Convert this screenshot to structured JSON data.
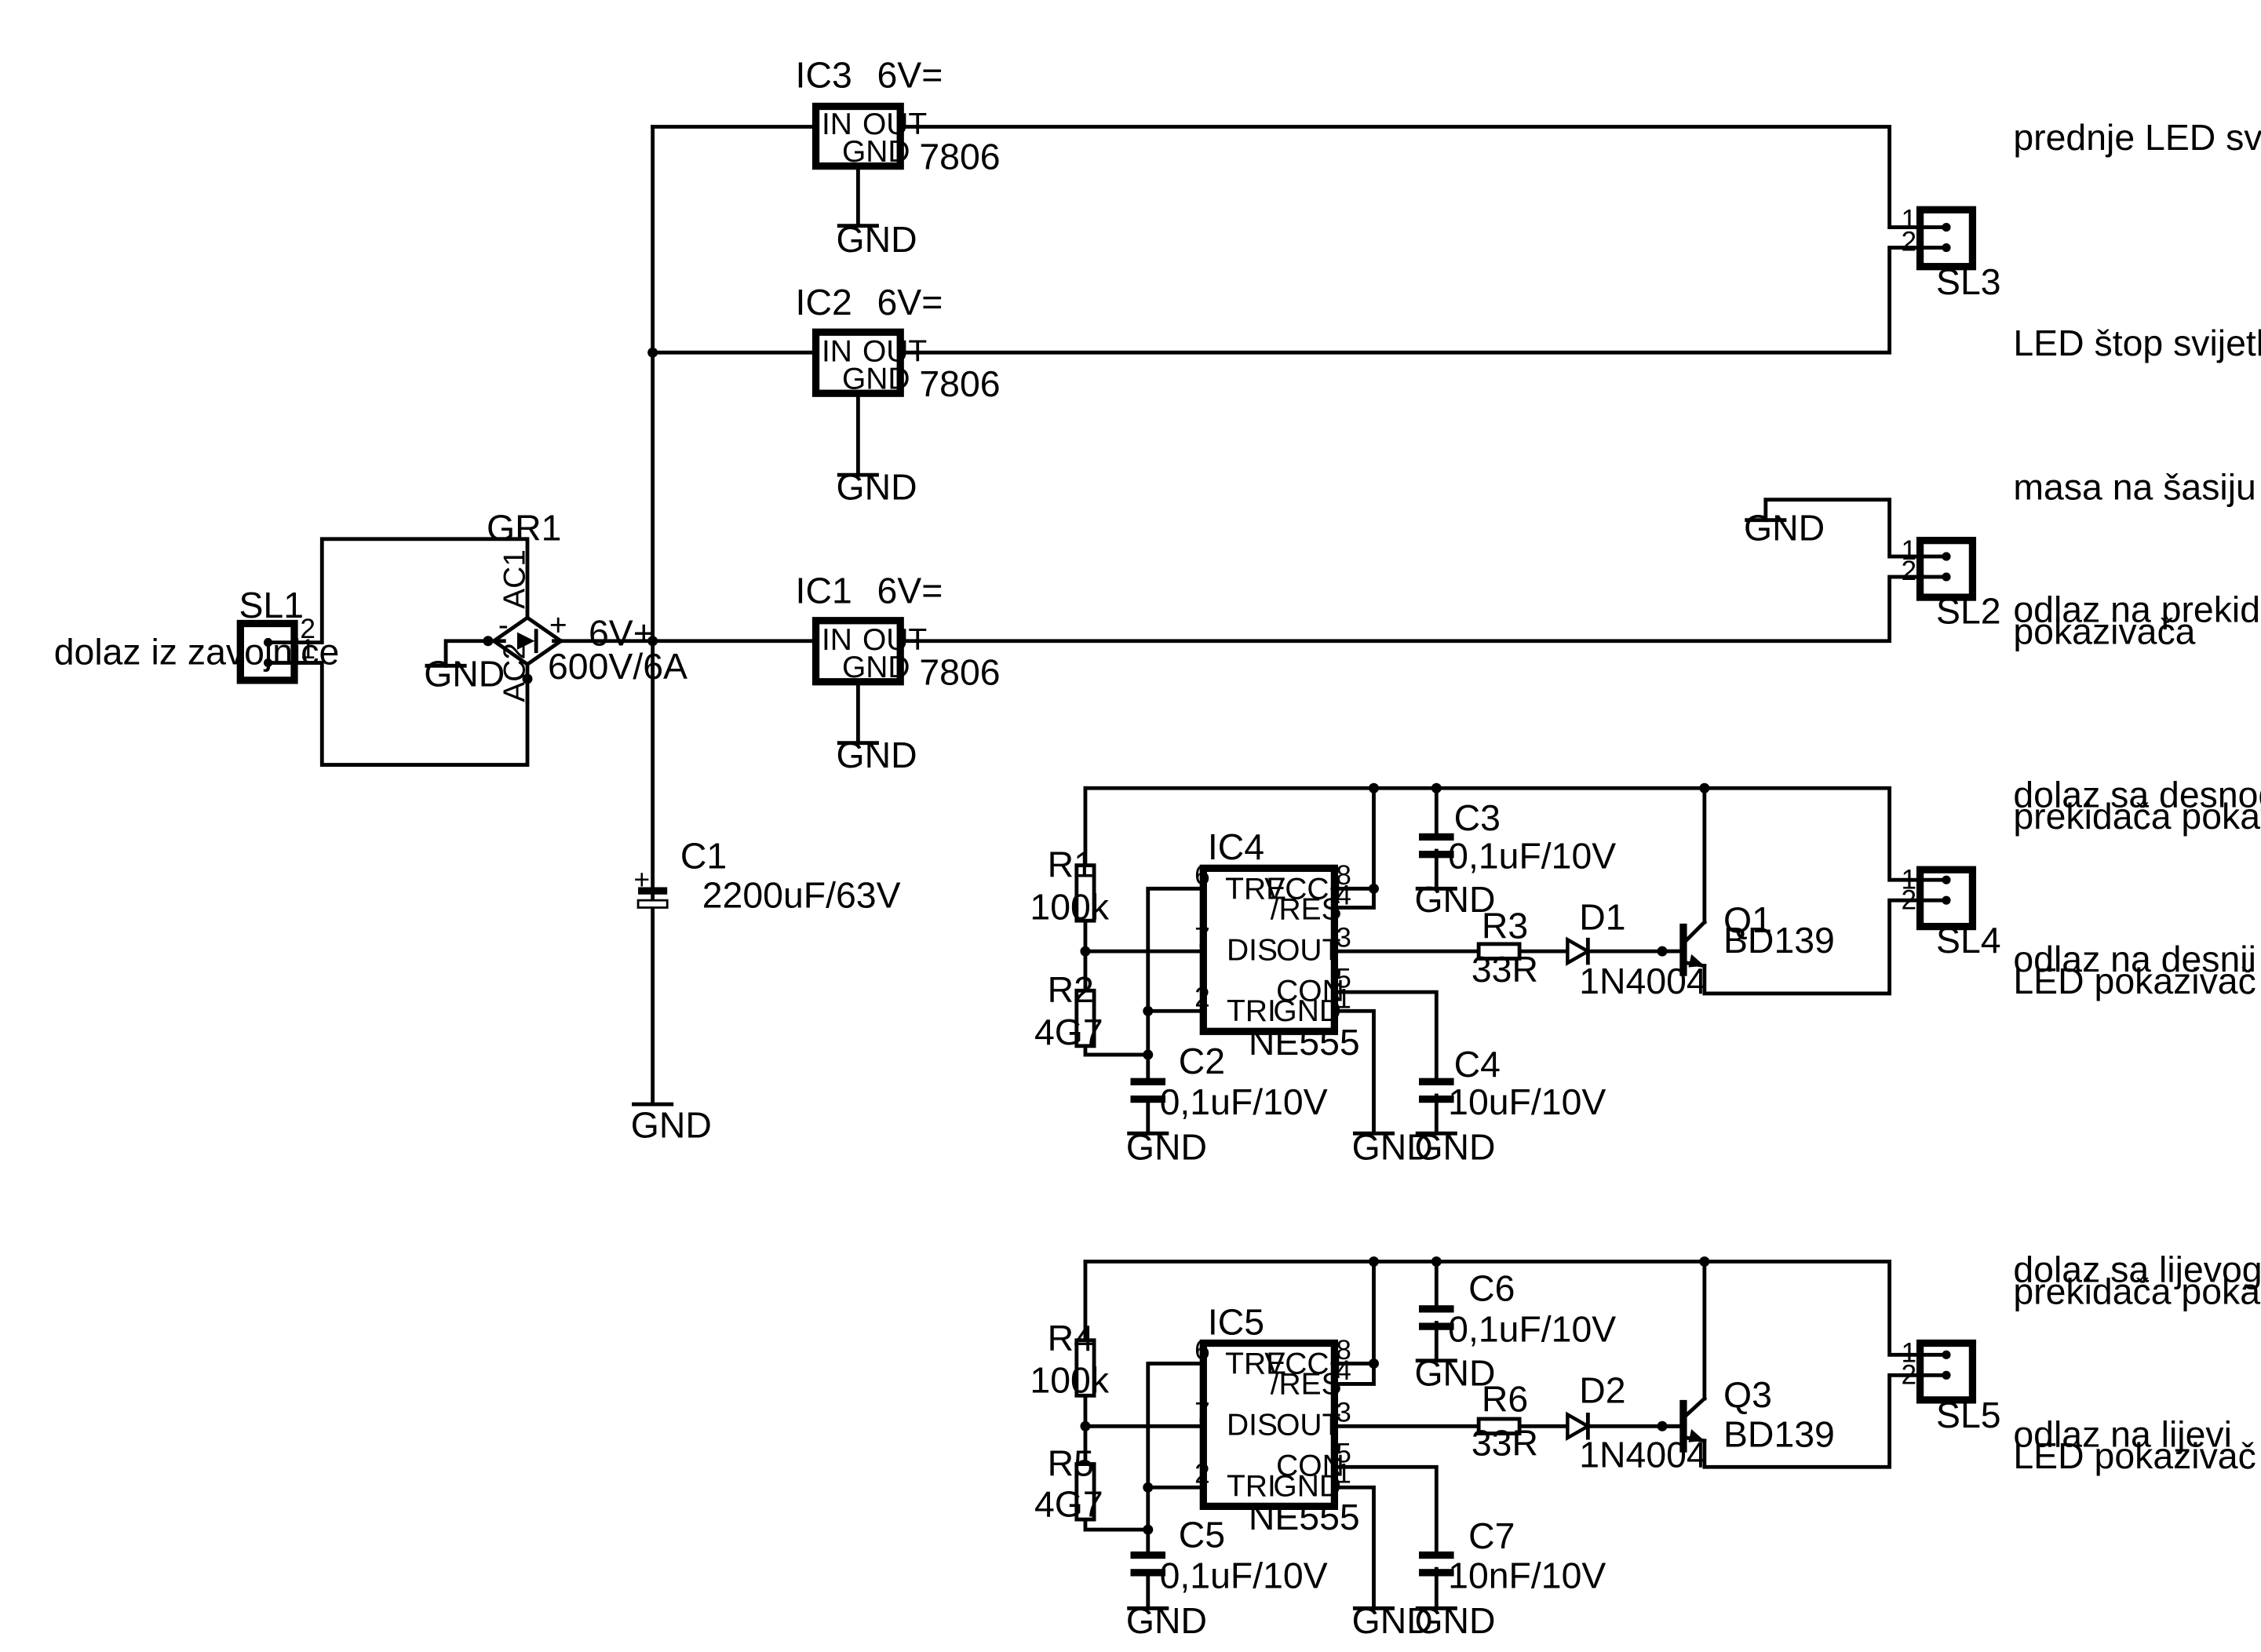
{
  "notes": {
    "sl1": "dolaz iz zavojnice",
    "sl3": "prednje LED svijetlo i piezo",
    "stop": "LED štop svijetlo i pozicija",
    "masa": "masa na šasiju",
    "sl2": [
      "odlaz na prekidač",
      "pokazivača"
    ],
    "sl4_in": [
      "dolaz sa desnog",
      "prekidača pokazivača"
    ],
    "sl4_out": [
      "odlaz na desnii",
      "LED pokazivač"
    ],
    "sl5_in": [
      "dolaz sa lijevog",
      "prekidača pokazivača"
    ],
    "sl5_out": [
      "odlaz na lijevi",
      "LED pokazivač"
    ]
  },
  "connectors": {
    "sl1": "SL1",
    "sl2": "SL2",
    "sl3": "SL3",
    "sl4": "SL4",
    "sl5": "SL5",
    "pin1": "1",
    "pin2": "2"
  },
  "rectifier": {
    "name": "GR1",
    "rating": "600V/6A",
    "ac1": "AC1",
    "ac2": "AC2",
    "minus": "-",
    "plus": "+"
  },
  "rail": {
    "label": "6V+"
  },
  "gnd": "GND",
  "regulators": {
    "ic3": "IC3",
    "ic2": "IC2",
    "ic1": "IC1",
    "voltage": "6V=",
    "part": "7806",
    "pin_in": "IN",
    "pin_out": "OUT",
    "pin_gnd": "GND"
  },
  "capacitors": {
    "c1": {
      "name": "C1",
      "value": "2200uF/63V"
    },
    "c2": {
      "name": "C2",
      "value": "0,1uF/10V"
    },
    "c3": {
      "name": "C3",
      "value": "0,1uF/10V"
    },
    "c4": {
      "name": "C4",
      "value": "10uF/10V"
    },
    "c5": {
      "name": "C5",
      "value": "0,1uF/10V"
    },
    "c6": {
      "name": "C6",
      "value": "0,1uF/10V"
    },
    "c7": {
      "name": "C7",
      "value": "10nF/10V"
    }
  },
  "resistors": {
    "r1": {
      "name": "R1",
      "value": "100k"
    },
    "r2": {
      "name": "R2",
      "value": "4G7"
    },
    "r3": {
      "name": "R3",
      "value": "33R"
    },
    "r4": {
      "name": "R4",
      "value": "100k"
    },
    "r5": {
      "name": "R5",
      "value": "4G7"
    },
    "r6": {
      "name": "R6",
      "value": "33R"
    }
  },
  "diodes": {
    "d1": {
      "name": "D1",
      "value": "1N4004"
    },
    "d2": {
      "name": "D2",
      "value": "1N4004"
    }
  },
  "transistors": {
    "q1": {
      "name": "Q1",
      "value": "BD139"
    },
    "q3": {
      "name": "Q3",
      "value": "BD139"
    }
  },
  "timers": {
    "ic4": "IC4",
    "ic5": "IC5",
    "part": "NE555",
    "tre": "TRE",
    "vcc": "VCC+",
    "res": "/RES",
    "dis": "DIS",
    "out": "OUT",
    "con": "CON",
    "tri": "TRI",
    "gnd": "GND",
    "p1": "1",
    "p2": "2",
    "p3": "3",
    "p4": "4",
    "p5": "5",
    "p6": "6",
    "p7": "7",
    "p8": "8"
  }
}
